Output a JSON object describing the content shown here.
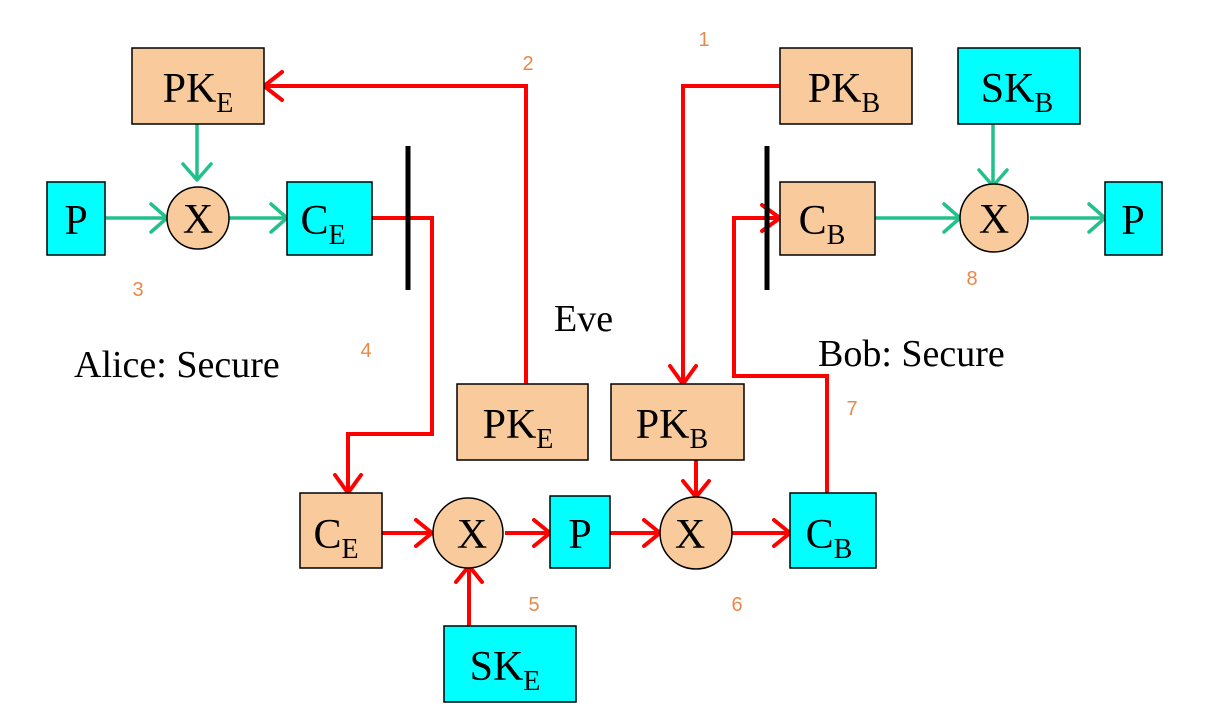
{
  "colors": {
    "key_box": "#f9cb9c",
    "data_box": "#00ffff",
    "attack_path": "#ff0000",
    "secure_path": "#22c08a",
    "step_number": "#e8894a"
  },
  "captions": {
    "alice": "Alice: Secure",
    "bob": "Bob: Secure",
    "eve": "Eve"
  },
  "labels": {
    "pk": "PK",
    "sk": "SK",
    "c": "C",
    "p": "P",
    "x": "X",
    "sub_e": "E",
    "sub_b": "B"
  },
  "steps": [
    "1",
    "2",
    "3",
    "4",
    "5",
    "6",
    "7",
    "8"
  ]
}
